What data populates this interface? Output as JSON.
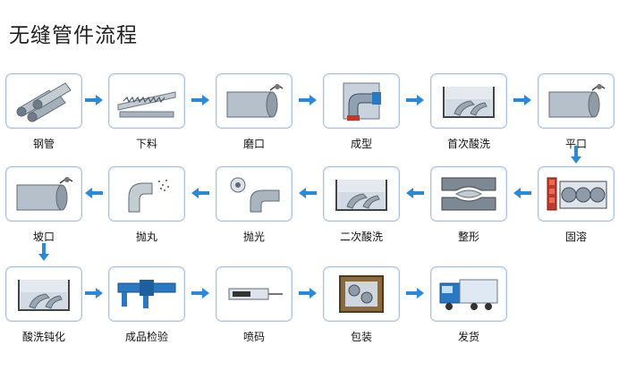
{
  "title": "无缝管件流程",
  "steps": {
    "s1": "钢管",
    "s2": "下料",
    "s3": "磨口",
    "s4": "成型",
    "s5": "首次酸洗",
    "s6": "平口",
    "s7": "固溶",
    "s8": "整形",
    "s9": "二次酸洗",
    "s10": "抛光",
    "s11": "抛丸",
    "s12": "坡口",
    "s13": "酸洗钝化",
    "s14": "成品检验",
    "s15": "喷码",
    "s16": "包装",
    "s17": "发货"
  },
  "colors": {
    "arrow": "#2b8ad3",
    "border": "#a9c1dd",
    "pipe": "#8d9aa6"
  },
  "flow_direction": "row1 left-to-right, down, row2 right-to-left, down, row3 left-to-right"
}
